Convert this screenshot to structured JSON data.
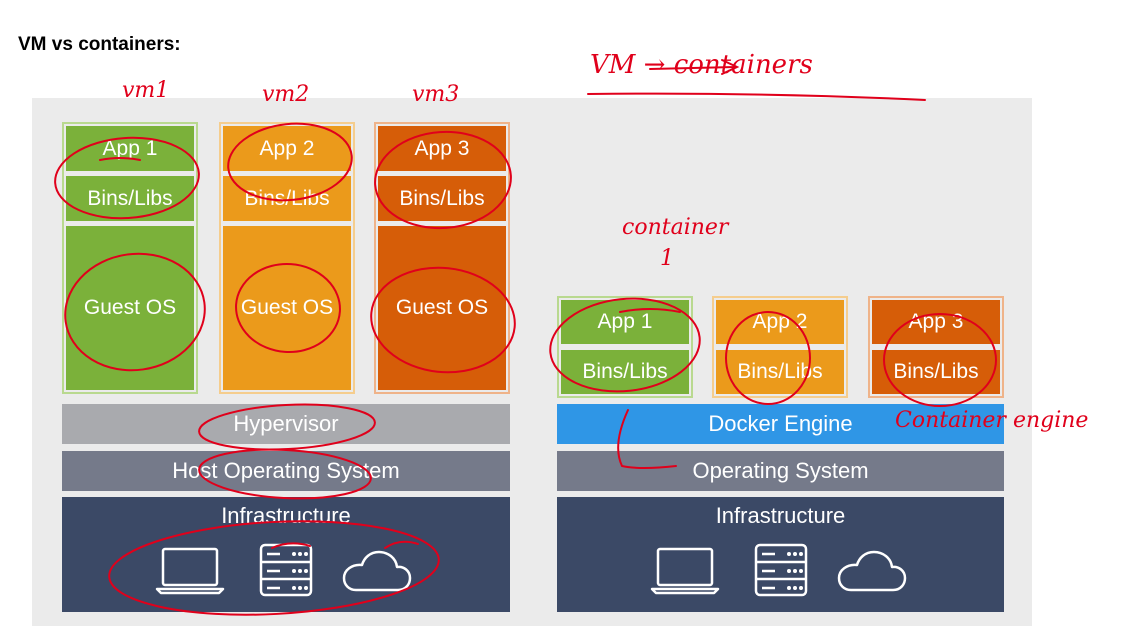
{
  "heading": "VM vs containers:",
  "vm_side": {
    "stacks": [
      {
        "app": "App 1",
        "libs": "Bins/Libs",
        "os": "Guest OS",
        "color": "#7bb13a"
      },
      {
        "app": "App 2",
        "libs": "Bins/Libs",
        "os": "Guest OS",
        "color": "#eb9a1b"
      },
      {
        "app": "App 3",
        "libs": "Bins/Libs",
        "os": "Guest OS",
        "color": "#d65d08"
      }
    ],
    "hypervisor": "Hypervisor",
    "host_os": "Host Operating System",
    "infrastructure": "Infrastructure"
  },
  "container_side": {
    "stacks": [
      {
        "app": "App 1",
        "libs": "Bins/Libs",
        "color": "#7bb13a"
      },
      {
        "app": "App 2",
        "libs": "Bins/Libs",
        "color": "#eb9a1b"
      },
      {
        "app": "App 3",
        "libs": "Bins/Libs",
        "color": "#d65d08"
      }
    ],
    "engine": "Docker Engine",
    "os": "Operating System",
    "infrastructure": "Infrastructure"
  },
  "colors": {
    "hypervisor": "#a9aaae",
    "host_os": "#757a8a",
    "docker_engine": "#2f96e6",
    "infrastructure": "#3b4966",
    "annotation": "#e0001b"
  },
  "icons": [
    "laptop-icon",
    "server-icon",
    "cloud-icon"
  ],
  "annotations": {
    "vm1": "vm1",
    "vm2": "vm2",
    "vm3": "vm3",
    "title": "VM → containers",
    "container": "container",
    "container_num": "1",
    "container_engine": "Container engine"
  }
}
